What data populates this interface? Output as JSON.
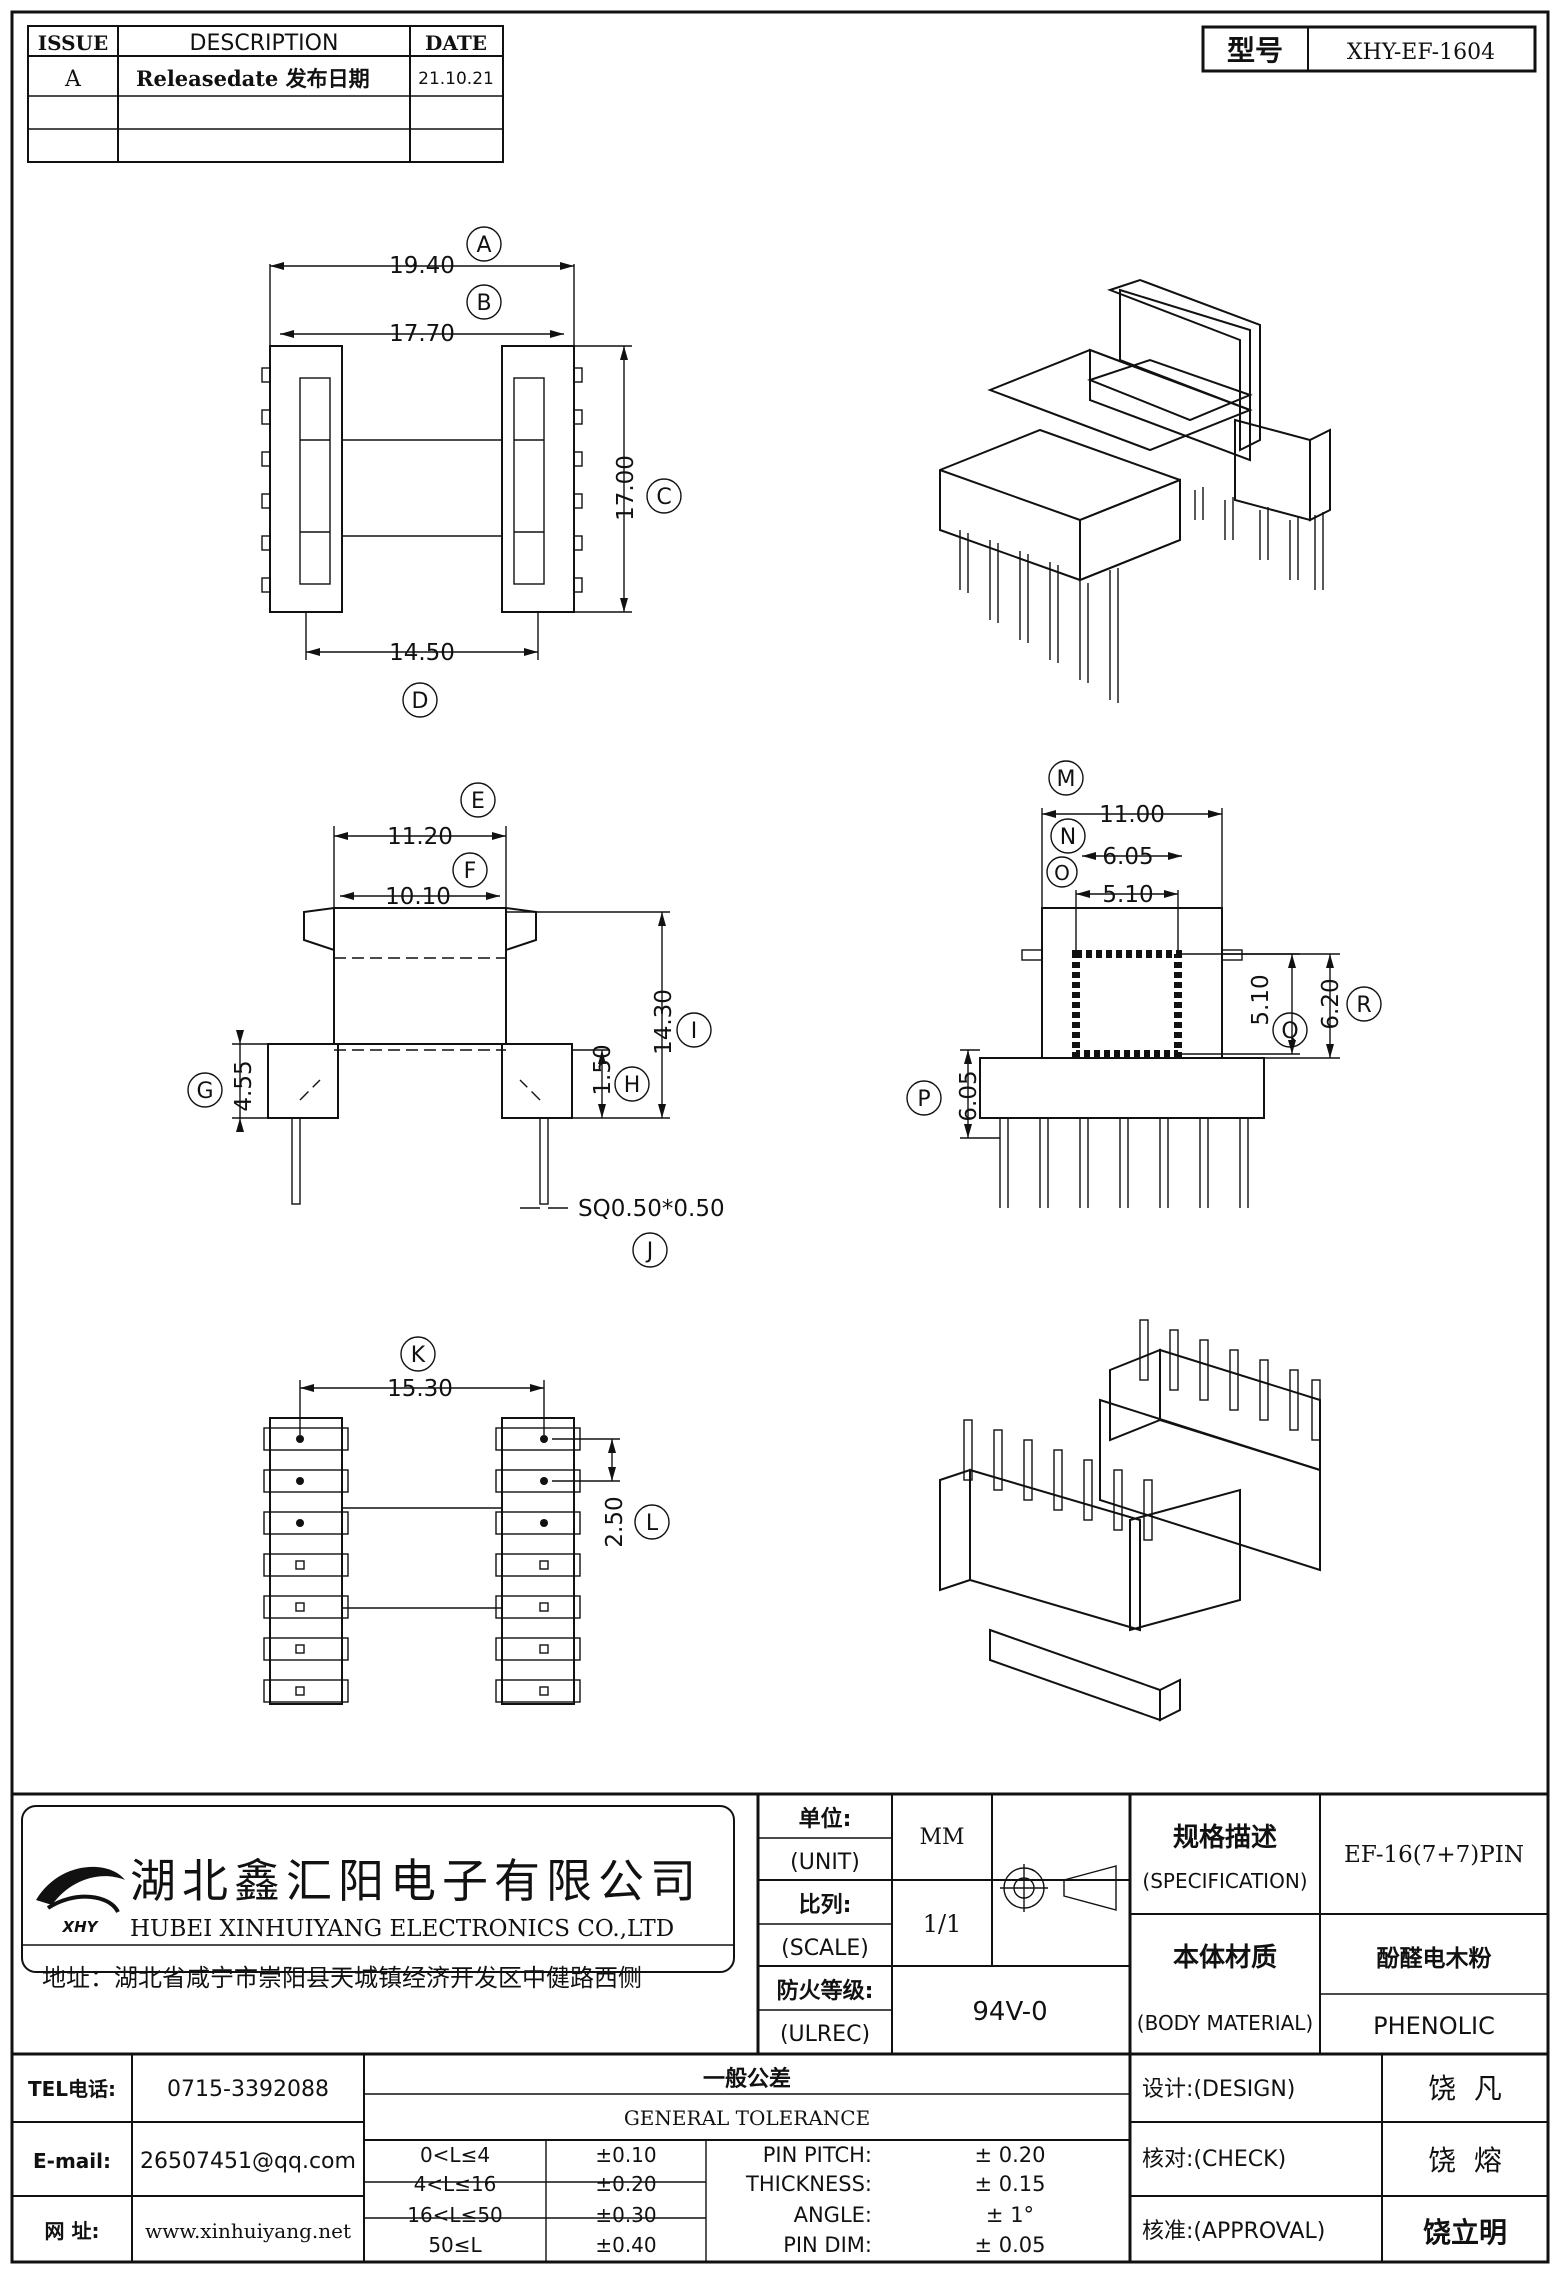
{
  "revision_table": {
    "headers": [
      "ISSUE",
      "DESCRIPTION",
      "DATE"
    ],
    "rows": [
      {
        "issue": "A",
        "description": "Releasedate 发布日期",
        "date": "21.10.21"
      },
      {
        "issue": "",
        "description": "",
        "date": ""
      },
      {
        "issue": "",
        "description": "",
        "date": ""
      }
    ]
  },
  "model": {
    "label": "型号",
    "value": "XHY-EF-1604"
  },
  "top_view": {
    "dims": {
      "A": "19.40",
      "B": "17.70",
      "C": "17.00",
      "D": "14.50"
    },
    "letters": {
      "A": "A",
      "B": "B",
      "C": "C",
      "D": "D"
    }
  },
  "front_view": {
    "dims": {
      "E": "11.20",
      "F": "10.10",
      "G": "4.55",
      "H": "1.50",
      "I": "14.30",
      "J": "SQ0.50*0.50"
    },
    "letters": {
      "E": "E",
      "F": "F",
      "G": "G",
      "H": "H",
      "I": "I",
      "J": "J"
    }
  },
  "side_view": {
    "dims": {
      "M": "11.00",
      "N": "6.05",
      "O": "5.10",
      "P": "6.05",
      "Q": "5.10",
      "R": "6.20"
    },
    "letters": {
      "M": "M",
      "N": "N",
      "O": "O",
      "P": "P",
      "Q": "Q",
      "R": "R"
    }
  },
  "bottom_view": {
    "dims": {
      "K": "15.30",
      "L": "2.50"
    },
    "letters": {
      "K": "K",
      "L": "L"
    }
  },
  "company": {
    "name_cn": "湖北鑫汇阳电子有限公司",
    "name_en": "HUBEI XINHUIYANG ELECTRONICS CO.,LTD",
    "address": "地址：湖北省咸宁市崇阳县天城镇经济开发区中健路西侧",
    "logo_text": "XHY"
  },
  "spec_block": {
    "unit_label_cn": "单位:",
    "unit_label_en": "(UNIT)",
    "unit_value": "MM",
    "scale_label_cn": "比列:",
    "scale_label_en": "(SCALE)",
    "scale_value": "1/1",
    "ulrec_label_cn": "防火等级:",
    "ulrec_label_en": "(ULREC)",
    "ulrec_value": "94V-0",
    "spec_label_cn": "规格描述",
    "spec_label_en": "(SPECIFICATION)",
    "spec_value": "EF-16(7+7)PIN",
    "material_label_cn": "本体材质",
    "material_label_en": "(BODY MATERIAL)",
    "material_value_cn": "酚醛电木粉",
    "material_value_en": "PHENOLIC"
  },
  "contact": {
    "tel_label": "TEL电话:",
    "tel": "0715-3392088",
    "email_label": "E-mail:",
    "email": "26507451@qq.com",
    "web_label": "网  址:",
    "web": "www.xinhuiyang.net"
  },
  "tolerance": {
    "title_cn": "一般公差",
    "title_en": "GENERAL TOLERANCE",
    "ranges": [
      {
        "range": "0<L≤4",
        "tol": "±0.10"
      },
      {
        "range": "4<L≤16",
        "tol": "±0.20"
      },
      {
        "range": "16<L≤50",
        "tol": "±0.30"
      },
      {
        "range": "50≤L",
        "tol": "±0.40"
      }
    ],
    "other": [
      {
        "label": "PIN PITCH:",
        "value": "± 0.20"
      },
      {
        "label": "THICKNESS:",
        "value": "± 0.15"
      },
      {
        "label": "ANGLE:",
        "value": "± 1°"
      },
      {
        "label": "PIN DIM:",
        "value": "± 0.05"
      }
    ]
  },
  "approvals": {
    "design_label": "设计:(DESIGN)",
    "design_name": "饶  凡",
    "check_label": "核对:(CHECK)",
    "check_name": "饶  熔",
    "approval_label": "核准:(APPROVAL)",
    "approval_name": "饶立明"
  }
}
